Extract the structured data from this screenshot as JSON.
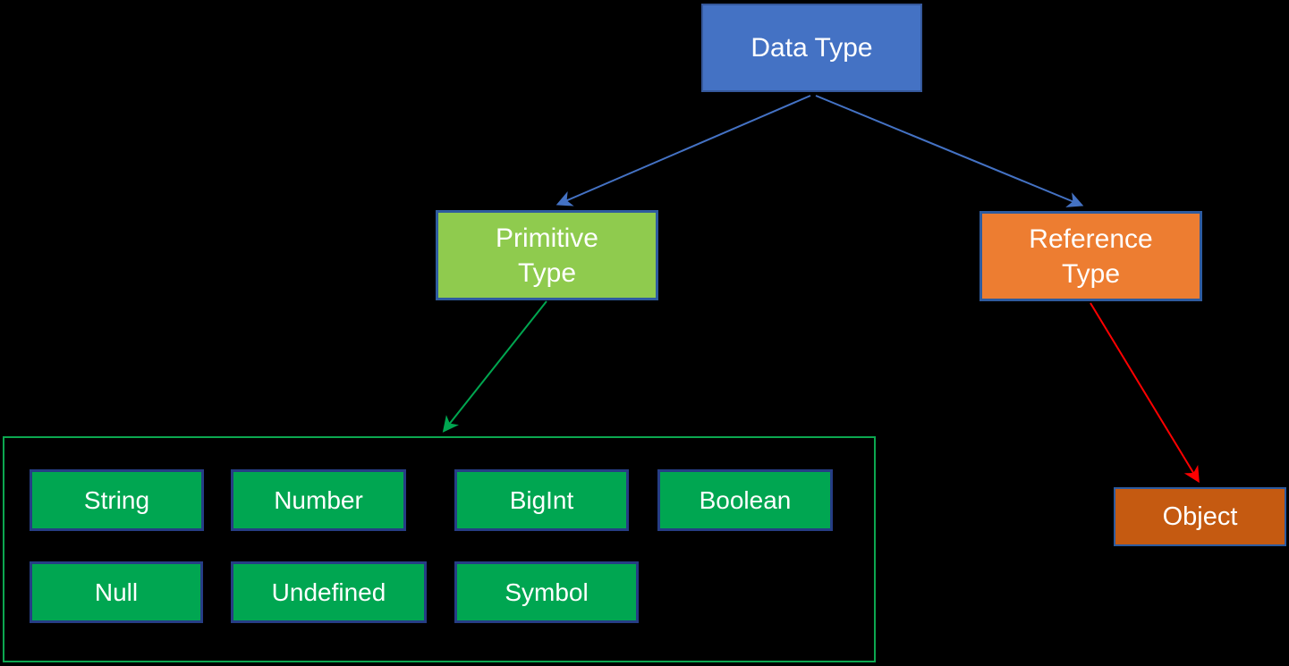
{
  "diagram": {
    "background": "#000000",
    "root": {
      "label": "Data Type"
    },
    "branches": {
      "primitive": {
        "line1": "Primitive",
        "line2": "Type"
      },
      "reference": {
        "line1": "Reference",
        "line2": "Type"
      }
    },
    "primitive_members": [
      "String",
      "Number",
      "BigInt",
      "Boolean",
      "Null",
      "Undefined",
      "Symbol"
    ],
    "reference_members": [
      "Object"
    ],
    "edges": [
      {
        "from": "data-type",
        "to": "primitive-type",
        "color": "#4472C4"
      },
      {
        "from": "data-type",
        "to": "reference-type",
        "color": "#4472C4"
      },
      {
        "from": "primitive-type",
        "to": "primitive-members-group",
        "color": "#00A650"
      },
      {
        "from": "reference-type",
        "to": "object",
        "color": "#FF0000"
      }
    ],
    "colors": {
      "root_fill": "#4472C4",
      "root_border": "#35589B",
      "primitive_fill": "#8FCB4E",
      "reference_fill": "#ED7D31",
      "branch_border": "#2E5B9F",
      "member_fill": "#00A651",
      "member_border": "#263D85",
      "object_fill": "#C55A11",
      "group_border": "#0CA750",
      "text": "#FFFFFF"
    }
  }
}
